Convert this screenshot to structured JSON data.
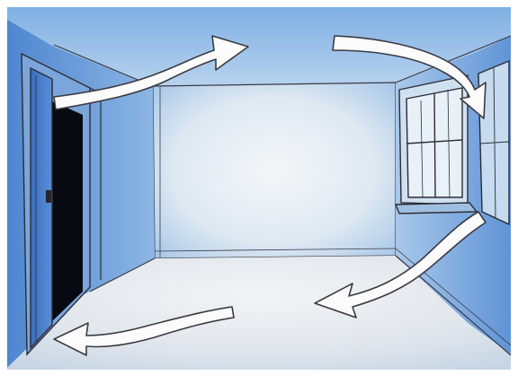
{
  "scene": {
    "type": "room-airflow-illustration",
    "elements": [
      "open-door",
      "window",
      "airflow-arrow-top-left",
      "airflow-arrow-top-right",
      "airflow-arrow-bottom-right",
      "airflow-arrow-bottom-left"
    ]
  },
  "colors": {
    "wall_blue": "#6f9fd8",
    "wall_light": "#d9e6f2",
    "floor": "#e4e8ee",
    "door": "#4477c2",
    "doorway_dark": "#080a12",
    "arrow_fill": "#fbfbfb",
    "outline": "#3a3a44"
  }
}
